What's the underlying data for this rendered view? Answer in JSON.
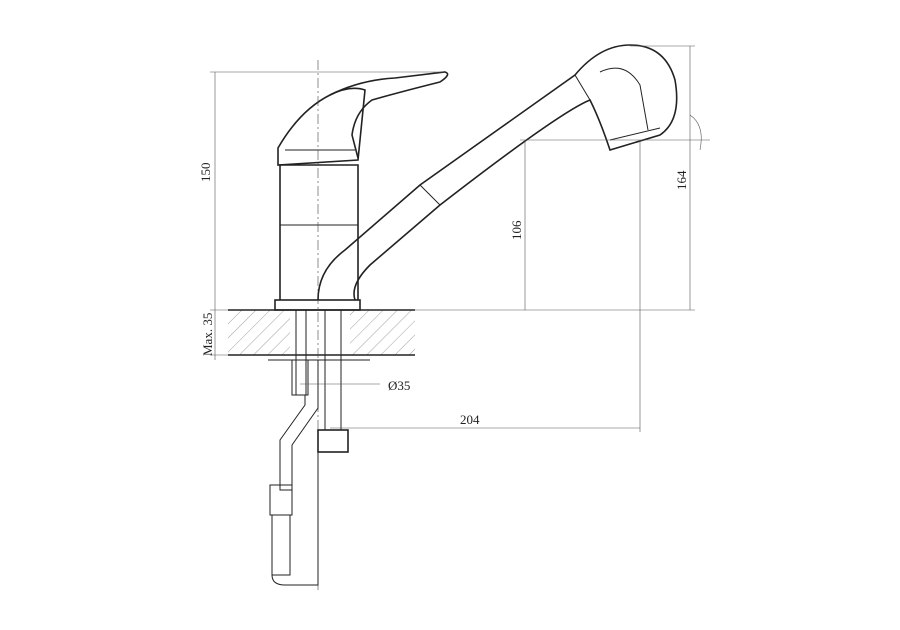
{
  "dimensions": {
    "height_total": "150",
    "max_counter": "Max. 35",
    "spout_height": "106",
    "head_height": "164",
    "reach": "204",
    "hole_diameter": "Ø35"
  }
}
